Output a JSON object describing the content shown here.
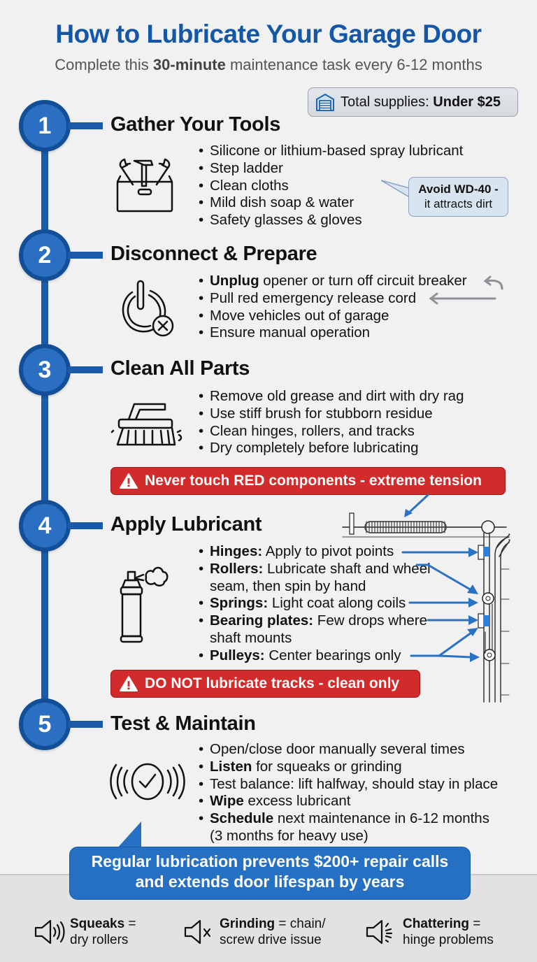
{
  "header": {
    "title": "How to Lubricate Your Garage Door",
    "subtitle_pre": "Complete this ",
    "subtitle_bold": "30-minute",
    "subtitle_post": " maintenance task every 6-12 months"
  },
  "supplies_badge": {
    "icon": "garage-icon",
    "label": "Total supplies: ",
    "value": "Under $25"
  },
  "steps": [
    {
      "number": "1",
      "title": "Gather Your Tools",
      "icon": "toolbox-icon",
      "items": [
        {
          "bold": "",
          "text": "Silicone or lithium-based spray lubricant"
        },
        {
          "bold": "",
          "text": "Step ladder"
        },
        {
          "bold": "",
          "text": "Clean cloths"
        },
        {
          "bold": "",
          "text": "Mild dish soap & water"
        },
        {
          "bold": "",
          "text": "Safety glasses & gloves"
        }
      ],
      "callout": {
        "bold": "Avoid WD-40 -",
        "text": "it attracts dirt"
      }
    },
    {
      "number": "2",
      "title": "Disconnect & Prepare",
      "icon": "power-off-icon",
      "items": [
        {
          "bold": "Unplug",
          "text": " opener or turn off circuit breaker"
        },
        {
          "bold": "",
          "text": "Pull red emergency release cord"
        },
        {
          "bold": "",
          "text": "Move vehicles out of garage"
        },
        {
          "bold": "",
          "text": "Ensure manual operation"
        }
      ]
    },
    {
      "number": "3",
      "title": "Clean All Parts",
      "icon": "scrub-brush-icon",
      "items": [
        {
          "bold": "",
          "text": "Remove old grease and dirt with dry rag"
        },
        {
          "bold": "",
          "text": "Use stiff brush for stubborn residue"
        },
        {
          "bold": "",
          "text": "Clean hinges, rollers, and tracks"
        },
        {
          "bold": "",
          "text": "Dry completely before lubricating"
        }
      ],
      "warning": "Never touch RED components - extreme tension"
    },
    {
      "number": "4",
      "title": "Apply Lubricant",
      "icon": "spray-can-icon",
      "items": [
        {
          "bold": "Hinges:",
          "text": " Apply to pivot points"
        },
        {
          "bold": "Rollers:",
          "text": " Lubricate shaft and wheel seam, then spin by hand"
        },
        {
          "bold": "Springs:",
          "text": " Light coat along coils"
        },
        {
          "bold": "Bearing plates:",
          "text": " Few drops where shaft mounts"
        },
        {
          "bold": "Pulleys:",
          "text": " Center bearings only"
        }
      ],
      "warning": "DO NOT lubricate tracks - clean only"
    },
    {
      "number": "5",
      "title": "Test & Maintain",
      "icon": "sound-check-icon",
      "items": [
        {
          "bold": "",
          "text": "Open/close door manually several times"
        },
        {
          "bold": "Listen",
          "text": " for squeaks or grinding"
        },
        {
          "bold": "",
          "text": "Test balance: lift halfway, should stay in place"
        },
        {
          "bold": "Wipe",
          "text": " excess lubricant"
        },
        {
          "bold": "Schedule",
          "text": " next maintenance in 6-12 months (3 months for heavy use)"
        }
      ]
    }
  ],
  "tip": {
    "line1": "Regular lubrication prevents $200+ repair calls",
    "line2": "and extends door lifespan by years"
  },
  "sounds": [
    {
      "icon": "speaker-waves-icon",
      "bold": "Squeaks",
      "text1": " =",
      "text2": "dry rollers"
    },
    {
      "icon": "speaker-mute-icon",
      "bold": "Grinding",
      "text1": " = chain/",
      "text2": "screw drive issue"
    },
    {
      "icon": "speaker-chatter-icon",
      "bold": "Chattering",
      "text1": " =",
      "text2": "hinge problems"
    }
  ],
  "colors": {
    "primary_blue": "#1457a6",
    "step_blue": "#2a6fc2",
    "warning_red": "#d12b2b",
    "callout_bg": "#d8e4f0",
    "background": "#f1f1f1"
  }
}
